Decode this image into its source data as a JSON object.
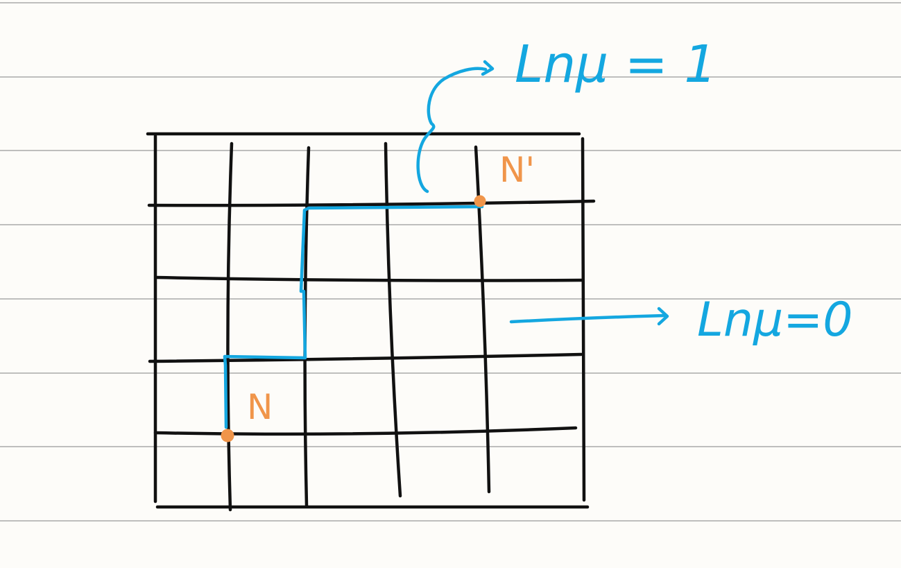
{
  "labels": {
    "top_annotation": "Lnμ = 1",
    "middle_annotation": "Lnμ=0",
    "point_n_prime": "N'",
    "point_n": "N"
  },
  "colors": {
    "paper": "#fdfcf9",
    "ruled_line": "#a9a9a9",
    "grid_ink": "#111111",
    "path_blue": "#14a7e0",
    "point_orange": "#f0954a"
  }
}
